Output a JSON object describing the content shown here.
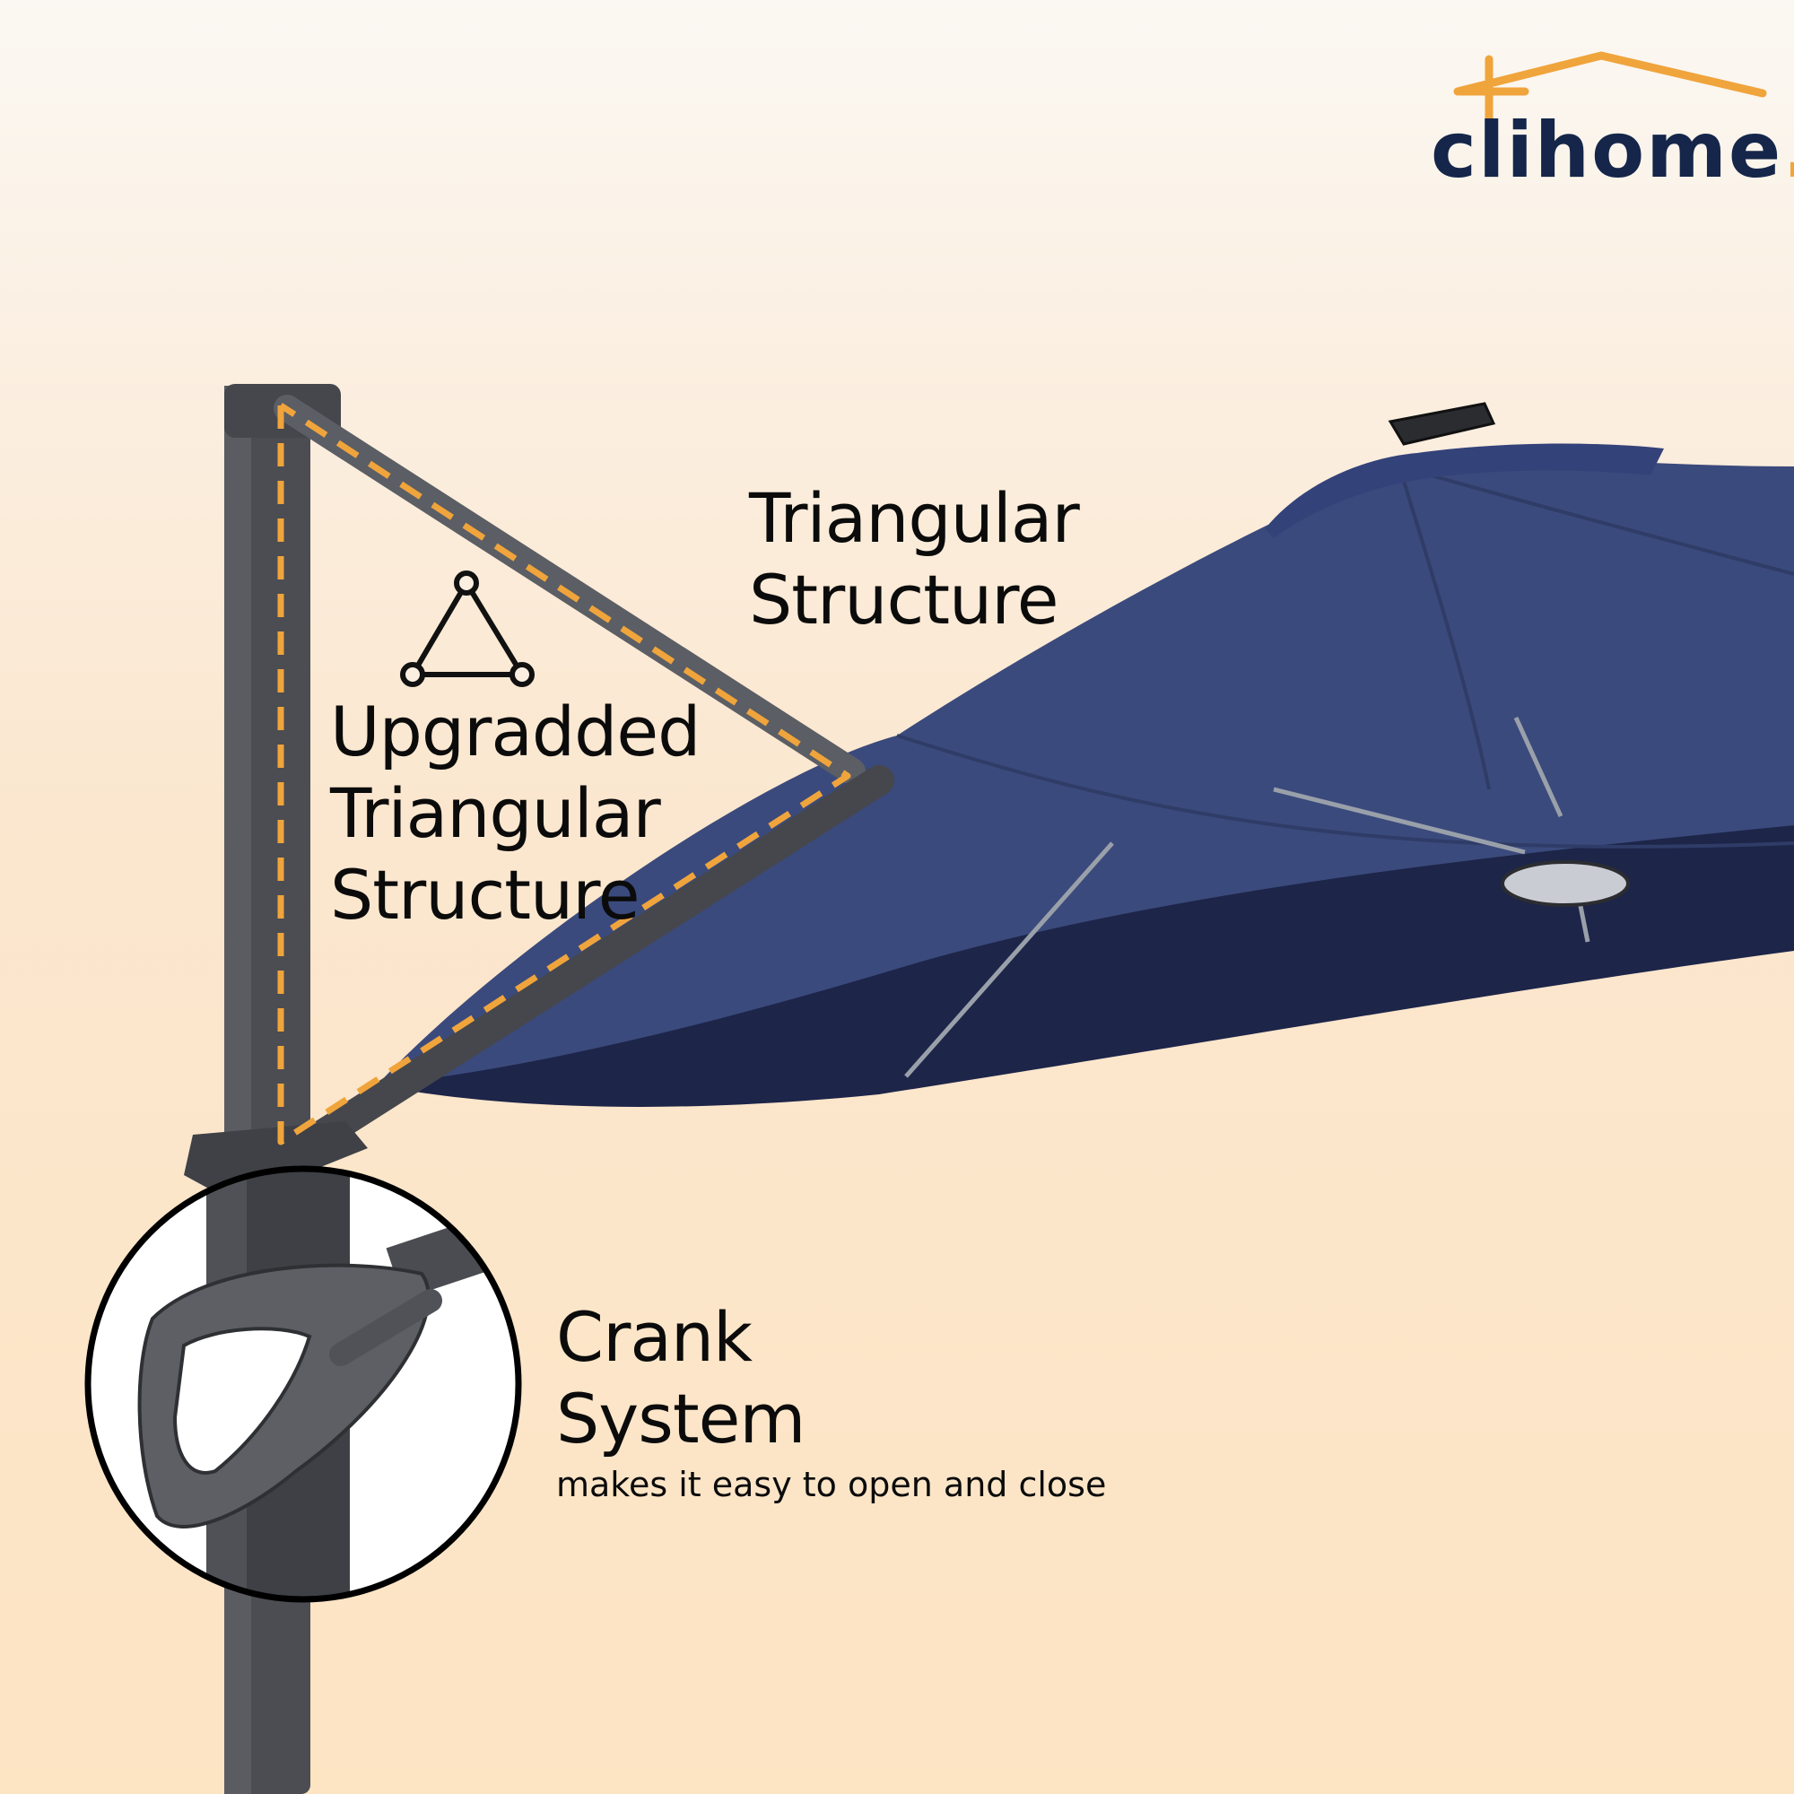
{
  "brand": {
    "wordmark": "clihome",
    "dot": ".",
    "accent_color": "#f0a43c",
    "text_color": "#15264a"
  },
  "callouts": {
    "triangular_structure": {
      "line1": "Triangular",
      "line2": "Structure"
    },
    "upgraded_triangle": {
      "line1": "Upgradded",
      "line2": "Triangular",
      "line3": "Structure"
    },
    "crank_system": {
      "line1": "Crank",
      "line2": "System",
      "caption": "makes it easy to open and close"
    }
  },
  "colors": {
    "pole": "#4b4d52",
    "canopy": "#3b4a7c",
    "canopy_underside": "#1d2549",
    "dashed_outline": "#f0a43c"
  },
  "icons": [
    "triangle-structure-icon",
    "house-roof-icon"
  ]
}
